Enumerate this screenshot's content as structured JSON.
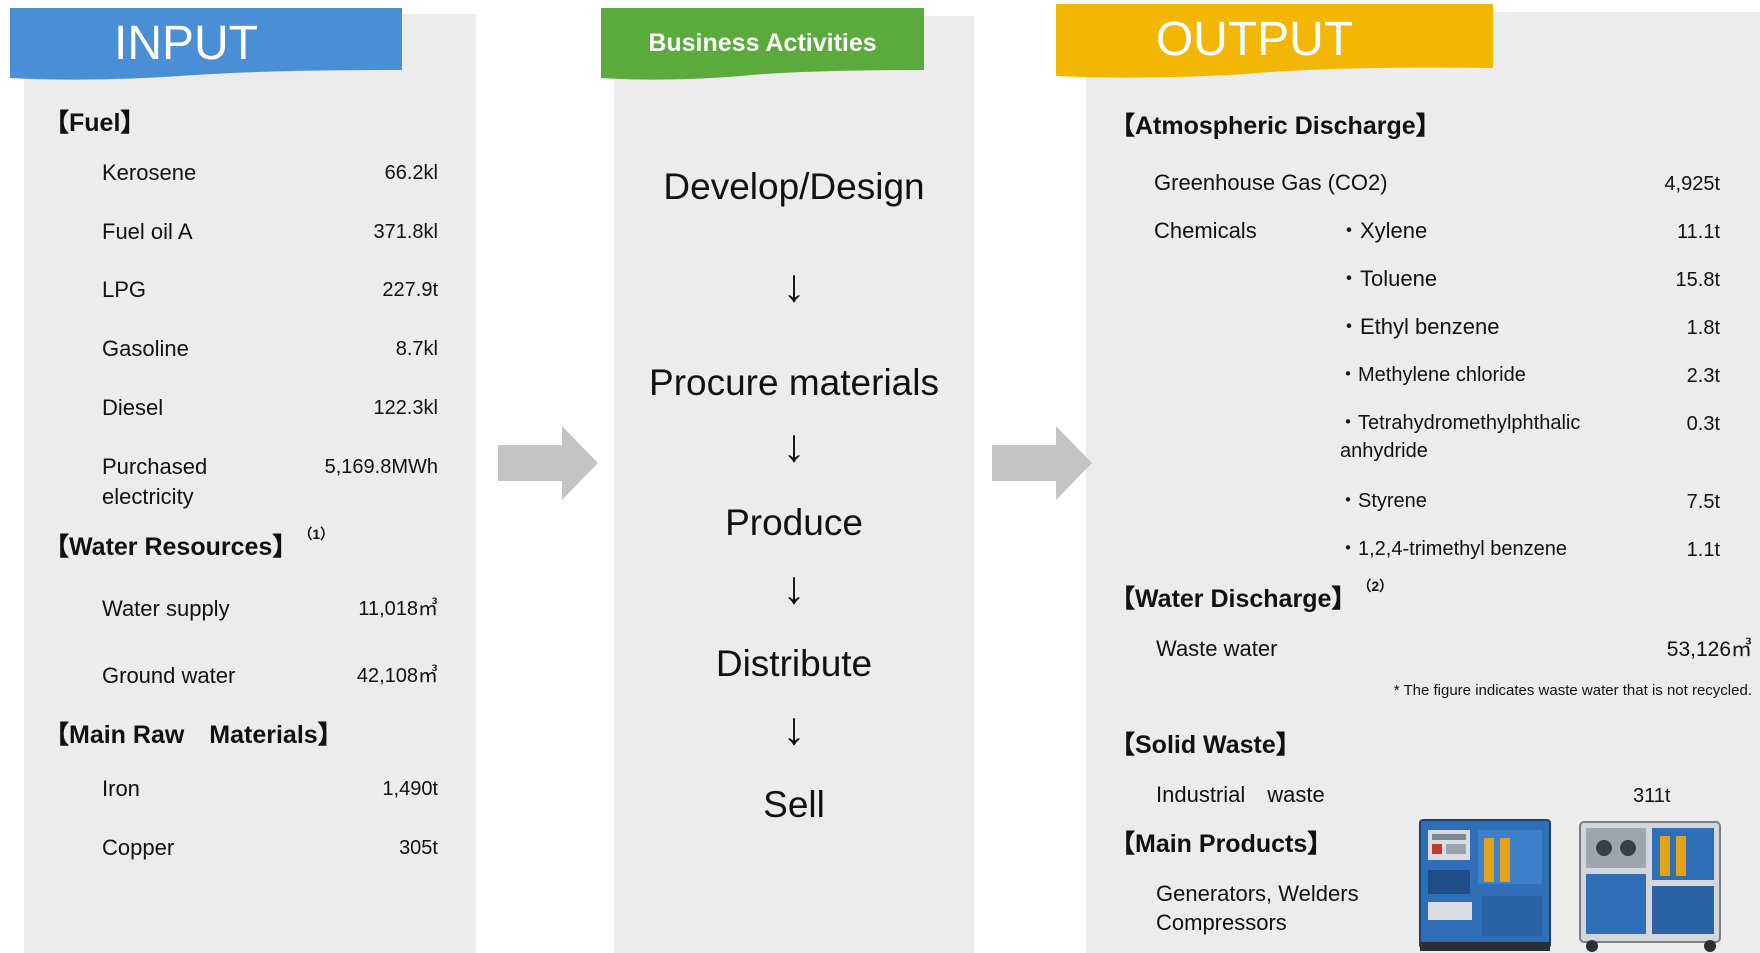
{
  "input": {
    "banner_title": "INPUT",
    "fuel": {
      "heading": "【Fuel】",
      "items": [
        {
          "label": "Kerosene",
          "value": "66.2kl"
        },
        {
          "label": "Fuel oil A",
          "value": "371.8kl"
        },
        {
          "label": "LPG",
          "value": "227.9t"
        },
        {
          "label": "Gasoline",
          "value": "8.7kl"
        },
        {
          "label": "Diesel",
          "value": "122.3kl"
        },
        {
          "label_line1": "Purchased",
          "label_line2": "electricity",
          "value": "5,169.8MWh"
        }
      ]
    },
    "water": {
      "heading": "【Water Resources】",
      "note": "（1）",
      "items": [
        {
          "label": "Water supply",
          "value": "11,018㎥"
        },
        {
          "label": "Ground water",
          "value": "42,108㎥"
        }
      ]
    },
    "materials": {
      "heading": "【Main Raw　Materials】",
      "items": [
        {
          "label": "Iron",
          "value": "1,490t"
        },
        {
          "label": "Copper",
          "value": "305t"
        }
      ]
    }
  },
  "business": {
    "banner_title": "Business Activities",
    "steps": [
      "Develop/Design",
      "Procure materials",
      "Produce",
      "Distribute",
      "Sell"
    ],
    "arrow": "↓"
  },
  "output": {
    "banner_title": "OUTPUT",
    "atmospheric": {
      "heading": "【Atmospheric Discharge】",
      "ghg_label": "Greenhouse Gas (CO2)",
      "ghg_value": "4,925t",
      "chemicals_label": "Chemicals",
      "chemicals": [
        {
          "name": "・Xylene",
          "value": "11.1t"
        },
        {
          "name": "・Toluene",
          "value": "15.8t"
        },
        {
          "name": "・Ethyl benzene",
          "value": "1.8t"
        },
        {
          "name": "・Methylene chloride",
          "value": "2.3t"
        },
        {
          "name_line1": "・Tetrahydromethylphthalic",
          "name_line2": "anhydride",
          "value": "0.3t"
        },
        {
          "name": "・Styrene",
          "value": "7.5t"
        },
        {
          "name": "・1,2,4-trimethyl benzene",
          "value": "1.1t"
        }
      ]
    },
    "water": {
      "heading": "【Water Discharge】",
      "note": "（2）",
      "label": "Waste water",
      "value": "53,126㎥",
      "footnote": "* The figure indicates waste water that is not recycled."
    },
    "solid": {
      "heading": "【Solid Waste】",
      "label": "Industrial　waste",
      "value": "311t"
    },
    "products": {
      "heading": "【Main Products】",
      "line1": "Generators, Welders",
      "line2": "Compressors"
    }
  },
  "colors": {
    "input_banner": "#4a8fd6",
    "business_banner": "#5aab3c",
    "output_banner": "#f2b705",
    "panel": "#ececec",
    "flow_arrow": "#c4c4c4"
  }
}
